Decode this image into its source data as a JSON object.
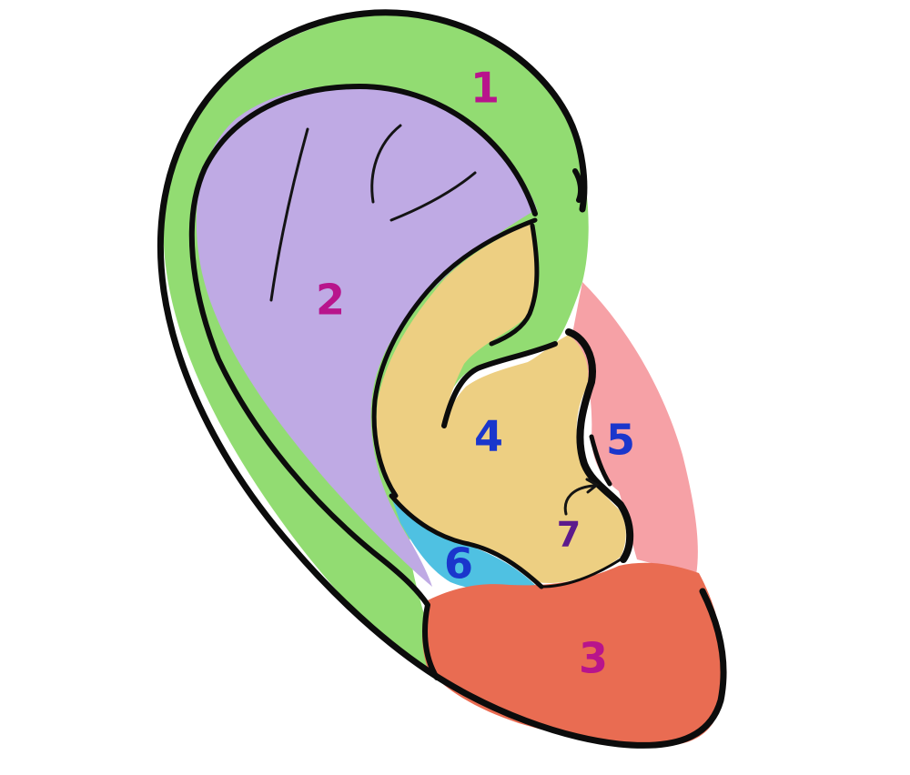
{
  "labels": {
    "helix": "1",
    "scapha": "2",
    "lobule": "3",
    "antihelix": "4",
    "tragus": "5",
    "antitragus": "6",
    "notch": "7"
  },
  "colors": {
    "background": "#ffffff",
    "helix": "#92dc72",
    "scapha": "#bfaae4",
    "lobule": "#e96c52",
    "antihelix": "#edcf82",
    "tragus": "#f6a1a6",
    "antitragus": "#4fc1e2",
    "outline": "#0c0c0c",
    "label_magenta": "#b8148c",
    "label_blue": "#1a36cc",
    "label_purple": "#5d1a8c"
  }
}
